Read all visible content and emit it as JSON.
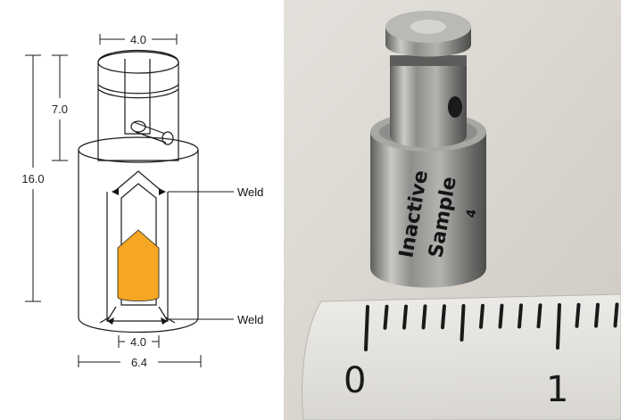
{
  "diagram": {
    "dimensions": {
      "top_width": "4.0",
      "upper_height": "7.0",
      "total_height": "16.0",
      "bottom_inner_width": "4.0",
      "bottom_outer_width": "6.4"
    },
    "weld_labels": [
      "Weld",
      "Weld"
    ],
    "colors": {
      "sample": "#f5a623",
      "outline": "#1a1a1a",
      "weld": "#111111"
    }
  },
  "photo": {
    "engraving": [
      "Inactive",
      "Sample",
      "4"
    ],
    "ruler_labels": [
      "0",
      "1"
    ],
    "colors": {
      "background": "#d8d4cd",
      "steel": "#9a9a98"
    }
  }
}
